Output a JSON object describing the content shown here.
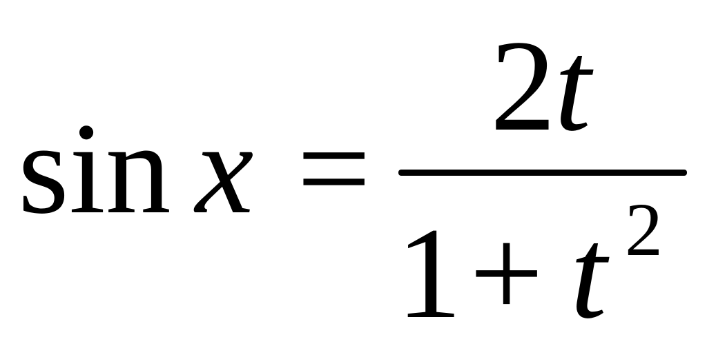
{
  "formula": {
    "lhs": {
      "function": "sin",
      "variable": "x"
    },
    "relation": "=",
    "fraction": {
      "numerator": {
        "coefficient": "2",
        "variable": "t"
      },
      "denominator": {
        "constant": "1",
        "operator": "+",
        "variable": "t",
        "exponent": "2"
      }
    }
  }
}
